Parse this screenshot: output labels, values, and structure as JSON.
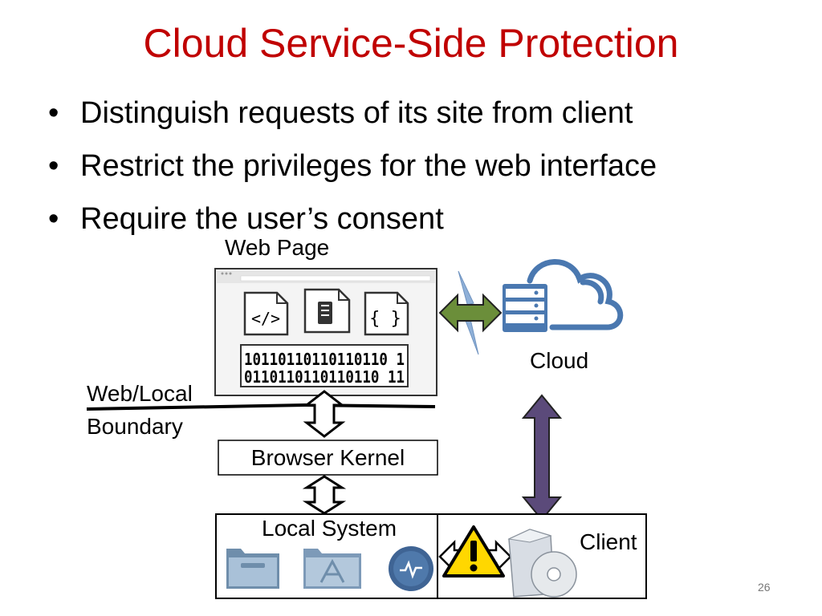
{
  "slide": {
    "title": "Cloud Service-Side Protection",
    "bullets": [
      "Distinguish requests of its site from client",
      "Restrict the privileges for the web interface",
      "Require the user’s consent"
    ],
    "page_number": "26"
  },
  "diagram": {
    "web_page_label": "Web Page",
    "binary_line_1": "10110110110110110 1",
    "binary_line_2": "0110110110110110 11",
    "cloud_label": "Cloud",
    "boundary_label_1": "Web/Local",
    "boundary_label_2": "Boundary",
    "kernel_label": "Browser Kernel",
    "local_system_label": "Local System",
    "client_label": "Client",
    "html_tag_glyph": "</>",
    "json_glyph": "{ }"
  },
  "colors": {
    "title": "#c00000",
    "green_arrow": "#6b8e3a",
    "purple_arrow": "#5b4a7a",
    "cloud_blue": "#4a78b0",
    "warning_yellow": "#ffd700"
  }
}
